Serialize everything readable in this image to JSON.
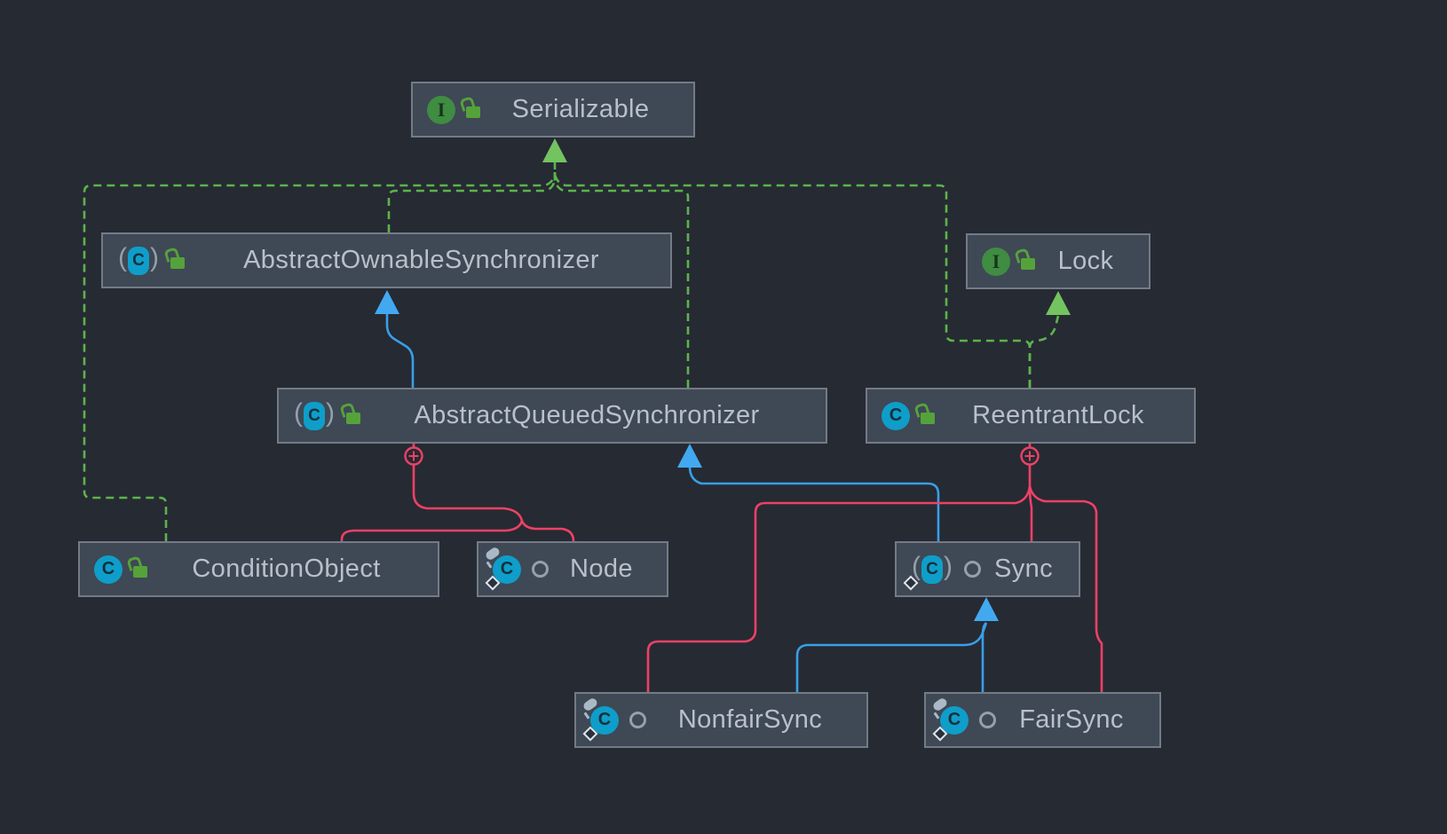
{
  "diagram": {
    "title": "ReentrantLock class hierarchy (UML diagram)",
    "icon_glyphs": {
      "class_letter": "C",
      "interface_letter": "I"
    },
    "theme": {
      "background": "#262a33",
      "node_fill": "#3f4855",
      "node_border": "#747b86",
      "label_color": "#b9c0ca",
      "implements_edge_color": "#5cb44b",
      "extends_edge_color": "#389fe8",
      "inner_class_edge_color": "#ee4166",
      "interface_icon_color": "#3f8c42",
      "class_icon_color": "#0e9ec9",
      "public_lock_color": "#55a23a"
    },
    "nodes": [
      {
        "id": "serializable",
        "label": "Serializable",
        "kind": "interface",
        "visibility": "public",
        "modifiers": []
      },
      {
        "id": "abstract-ownable-synchronizer",
        "label": "AbstractOwnableSynchronizer",
        "kind": "abstract-class",
        "visibility": "public",
        "modifiers": []
      },
      {
        "id": "lock",
        "label": "Lock",
        "kind": "interface",
        "visibility": "public",
        "modifiers": []
      },
      {
        "id": "abstract-queued-synchronizer",
        "label": "AbstractQueuedSynchronizer",
        "kind": "abstract-class",
        "visibility": "public",
        "modifiers": []
      },
      {
        "id": "reentrant-lock",
        "label": "ReentrantLock",
        "kind": "class",
        "visibility": "public",
        "modifiers": []
      },
      {
        "id": "condition-object",
        "label": "ConditionObject",
        "kind": "class",
        "visibility": "public",
        "modifiers": []
      },
      {
        "id": "node",
        "label": "Node",
        "kind": "class",
        "visibility": "package-local",
        "modifiers": [
          "static",
          "final"
        ]
      },
      {
        "id": "sync",
        "label": "Sync",
        "kind": "abstract-class",
        "visibility": "package-local",
        "modifiers": [
          "static"
        ]
      },
      {
        "id": "nonfair-sync",
        "label": "NonfairSync",
        "kind": "class",
        "visibility": "package-local",
        "modifiers": [
          "static",
          "final"
        ]
      },
      {
        "id": "fair-sync",
        "label": "FairSync",
        "kind": "class",
        "visibility": "package-local",
        "modifiers": [
          "static",
          "final"
        ]
      }
    ],
    "edges": [
      {
        "from": "ConditionObject",
        "to": "Serializable",
        "type": "implements"
      },
      {
        "from": "AbstractOwnableSynchronizer",
        "to": "Serializable",
        "type": "implements"
      },
      {
        "from": "AbstractQueuedSynchronizer",
        "to": "Serializable",
        "type": "implements"
      },
      {
        "from": "ReentrantLock",
        "to": "Serializable",
        "type": "implements"
      },
      {
        "from": "ReentrantLock",
        "to": "Lock",
        "type": "implements"
      },
      {
        "from": "AbstractQueuedSynchronizer",
        "to": "AbstractOwnableSynchronizer",
        "type": "extends"
      },
      {
        "from": "Sync",
        "to": "AbstractQueuedSynchronizer",
        "type": "extends"
      },
      {
        "from": "NonfairSync",
        "to": "Sync",
        "type": "extends"
      },
      {
        "from": "FairSync",
        "to": "Sync",
        "type": "extends"
      },
      {
        "from": "AbstractQueuedSynchronizer",
        "to": "ConditionObject",
        "type": "inner-class"
      },
      {
        "from": "AbstractQueuedSynchronizer",
        "to": "Node",
        "type": "inner-class"
      },
      {
        "from": "ReentrantLock",
        "to": "Sync",
        "type": "inner-class"
      },
      {
        "from": "ReentrantLock",
        "to": "NonfairSync",
        "type": "inner-class"
      },
      {
        "from": "ReentrantLock",
        "to": "FairSync",
        "type": "inner-class"
      }
    ]
  }
}
